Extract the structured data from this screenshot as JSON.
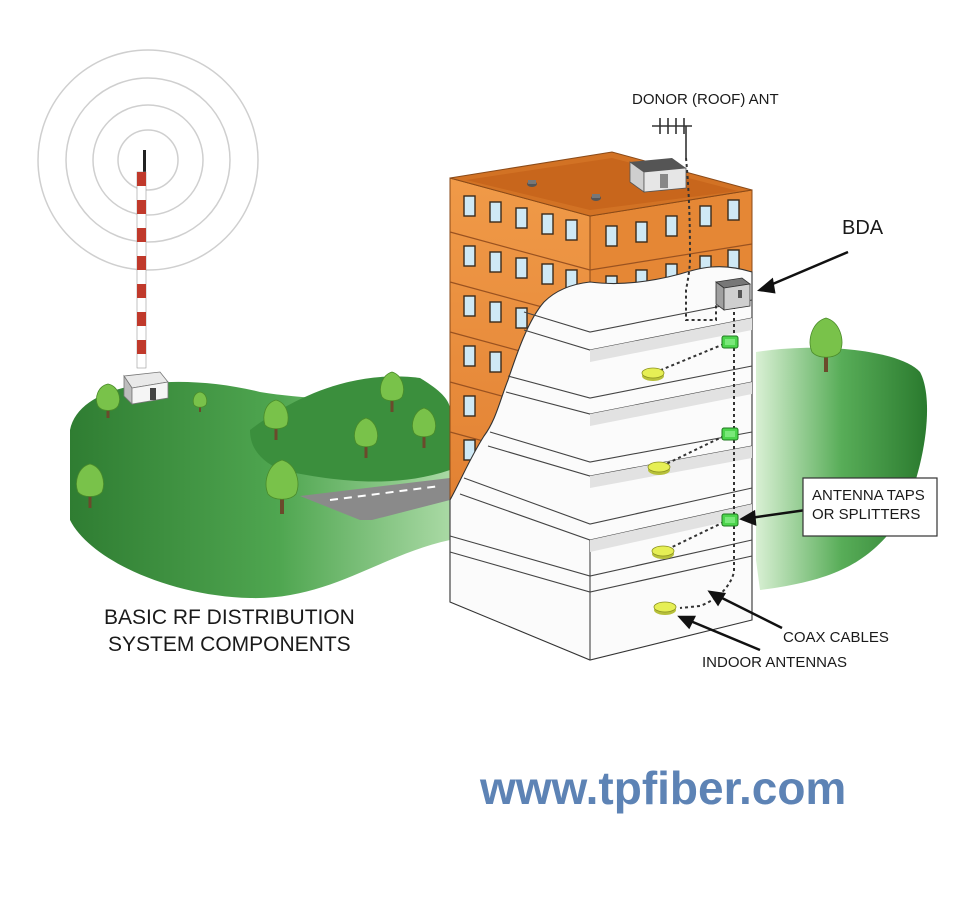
{
  "labels": {
    "donor_antenna": "DONOR (ROOF) ANT",
    "bda": "BDA",
    "taps_line1": "ANTENNA TAPS",
    "taps_line2": "OR SPLITTERS",
    "coax": "COAX CABLES",
    "indoor": "INDOOR ANTENNAS",
    "title_line1": "BASIC RF DISTRIBUTION",
    "title_line2": "SYSTEM COMPONENTS"
  },
  "watermark": "www.tpfiber.com",
  "colors": {
    "grass_dark": "#2f7d32",
    "grass_light": "#8cc98a",
    "brick": "#e8893a",
    "brick_dark": "#b8611f",
    "window_glass": "#cfe9f5",
    "tap_green": "#4cd44c",
    "antenna_yellow": "#e6ef55",
    "tower_red": "#c0392b",
    "watermark_blue": "#5d83b5"
  },
  "icons": {
    "cell_tower": "cell-tower-icon",
    "donor_antenna": "yagi-antenna-icon",
    "bda_unit": "amplifier-box-icon",
    "tap": "splitter-icon",
    "indoor_antenna": "ceiling-antenna-icon",
    "tree": "tree-icon"
  }
}
